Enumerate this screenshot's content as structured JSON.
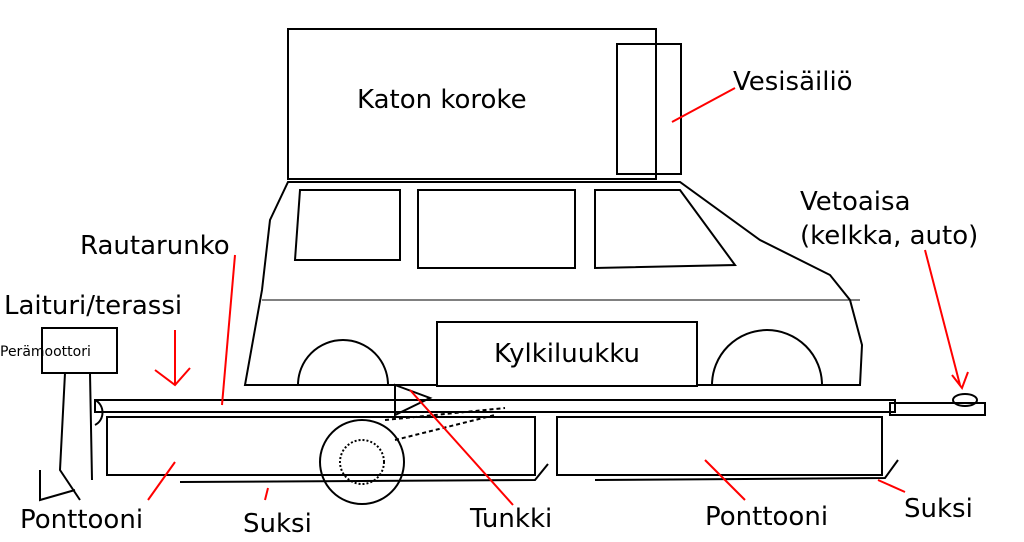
{
  "labels": {
    "roof_riser": "Katon koroke",
    "water_tank": "Vesisäiliö",
    "tow_bar_line1": "Vetoaisa",
    "tow_bar_line2": "(kelkka, auto)",
    "iron_frame": "Rautarunko",
    "dock_terrace": "Laituri/terassi",
    "outboard_motor": "Perämoottori",
    "side_hatch": "Kylkiluukku",
    "pontoon_left": "Ponttooni",
    "ski_left": "Suksi",
    "jack": "Tunkki",
    "pontoon_right": "Ponttooni",
    "ski_right": "Suksi"
  },
  "colors": {
    "annotation": "#ff0000",
    "line": "#000000"
  }
}
